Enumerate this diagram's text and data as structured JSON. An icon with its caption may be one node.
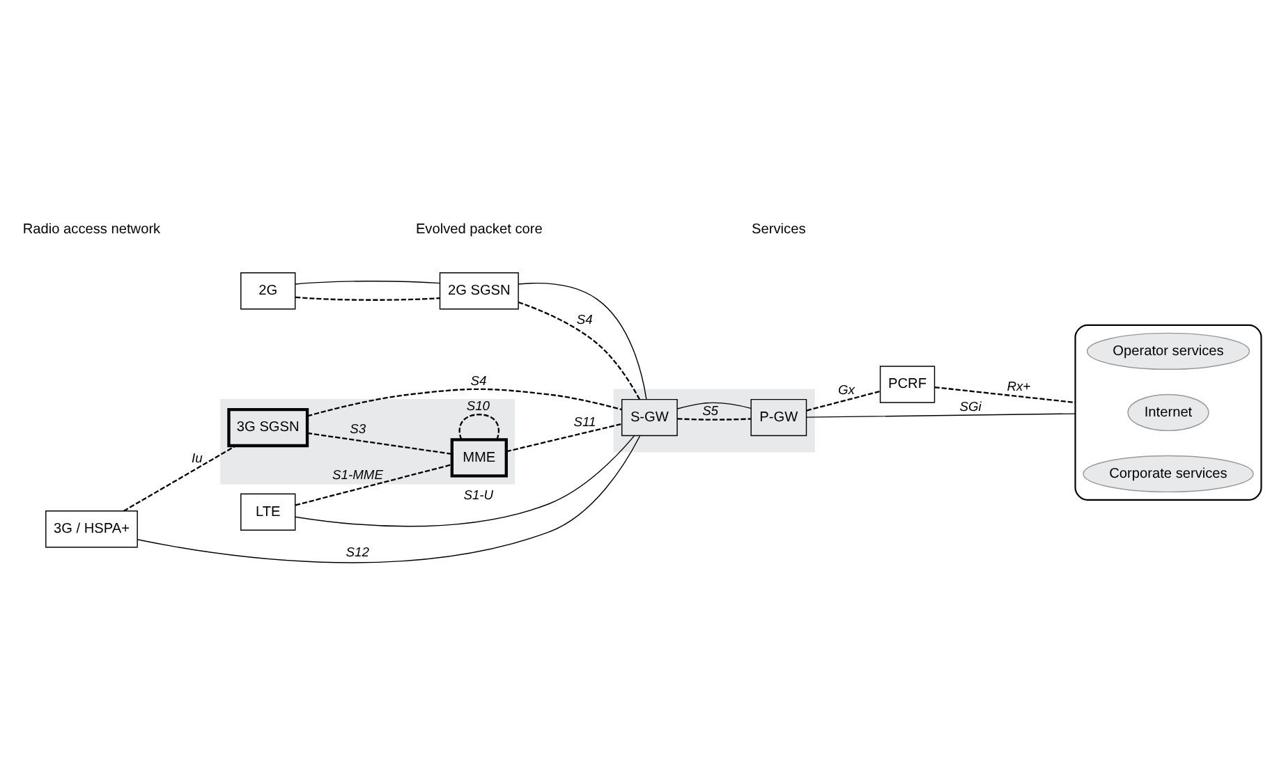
{
  "diagram": {
    "nodes": [
      {
        "text": [
          "2G"
        ]
      },
      {
        "text": [
          "2G SGSN"
        ]
      },
      {
        "text": [
          "PCRF"
        ]
      },
      {
        "text": [
          "3G / HSPA+"
        ]
      },
      {
        "text": [],
        "shape": "box"
      },
      {
        "text": [
          "3G SGSN"
        ],
        "in": 4
      },
      {
        "text": [
          "MME"
        ],
        "in": 4
      },
      {
        "text": [],
        "shape": "box"
      },
      {
        "text": [
          "S-GW"
        ],
        "in": 7
      },
      {
        "text": [
          "P-GW"
        ],
        "in": 7
      },
      {
        "text": [],
        "shape": "box"
      },
      {
        "text": [
          "Operator services"
        ],
        "in": 10
      },
      {
        "text": [
          "Internet"
        ],
        "in": 10
      },
      {
        "text": [
          "Corporate services"
        ],
        "in": 10
      },
      {
        "text": [
          "LTE"
        ]
      }
    ],
    "edges": [
      {
        "from": 0,
        "to": 1,
        "arrow": "none",
        "style": "dashed"
      },
      {
        "from": 0,
        "to": 1,
        "arrow": "none"
      },
      {
        "from": 1,
        "to": 8,
        "arrow": "none"
      },
      {
        "from": 1,
        "to": 8,
        "arrow": "none",
        "style": "dashed",
        "label": "S4"
      },
      {
        "from": 3,
        "to": 5,
        "arrow": "none",
        "style": "dashed",
        "label": "Iu"
      },
      {
        "from": 3,
        "to": 8,
        "arrow": "none",
        "label": "S12"
      },
      {
        "from": 14,
        "to": 8,
        "arrow": "none",
        "label": "S1-U"
      },
      {
        "from": 14,
        "to": 6,
        "arrow": "none",
        "style": "dashed",
        "label": "S1-MME"
      },
      {
        "from": 5,
        "to": 6,
        "arrow": "none",
        "style": "dashed",
        "label": "S3"
      },
      {
        "from": 5,
        "to": 8,
        "arrow": "none",
        "style": "dashed",
        "label": "S4"
      },
      {
        "from": 6,
        "to": 8,
        "arrow": "none",
        "style": "dashed",
        "label": "S11"
      },
      {
        "from": 6,
        "to": 6,
        "arrow": "none",
        "style": "dashed",
        "label": "S10"
      },
      {
        "from": 8,
        "to": 9,
        "arrow": "none",
        "style": "dashed",
        "label": "S5"
      },
      {
        "from": 8,
        "to": 9,
        "arrow": "none"
      },
      {
        "from": 9,
        "to": 2,
        "arrow": "none",
        "style": "dashed",
        "label": "Gx"
      },
      {
        "from": 9,
        "to": 10,
        "arrow": "none",
        "label": "SGi"
      },
      {
        "from": 2,
        "to": 10,
        "arrow": "none",
        "style": "dashed",
        "label": "Rx+"
      }
    ],
    "labels": [
      "Radio access network",
      "Evolved packet core",
      "Services"
    ]
  }
}
